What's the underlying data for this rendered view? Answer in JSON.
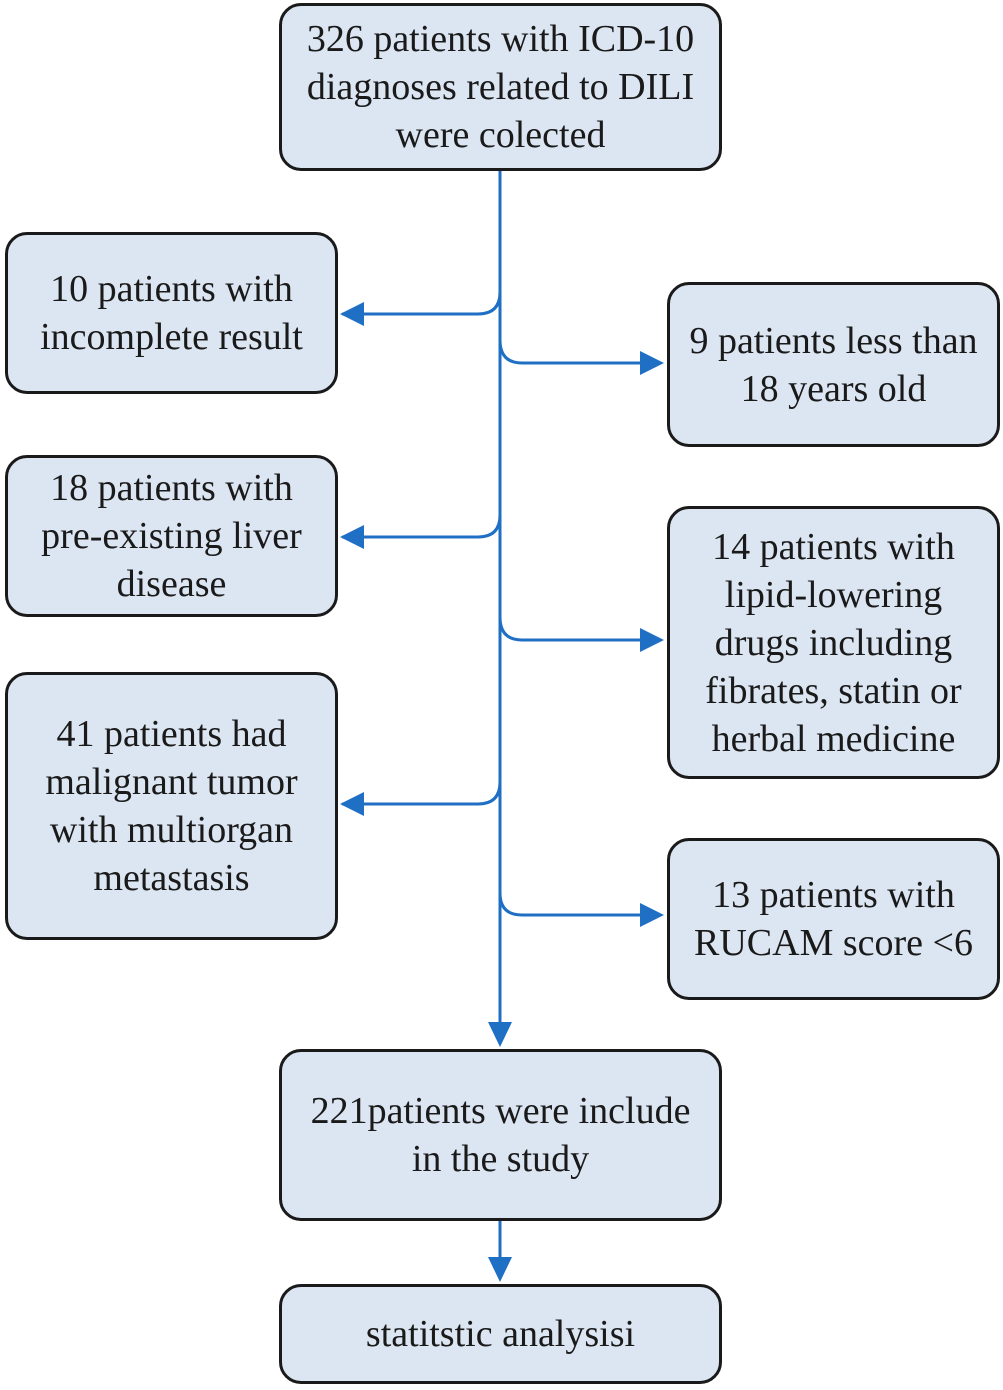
{
  "flowchart": {
    "start": "326 patients with ICD-10\ndiagnoses related to DILI\nwere colected",
    "exclusions_left": [
      "10 patients with\nincomplete result",
      "18 patients with\npre-existing liver\ndisease",
      "41 patients had\nmalignant tumor\nwith multiorgan\nmetastasis"
    ],
    "exclusions_right": [
      "9 patients less than\n18 years old",
      "14 patients with\nlipid-lowering\ndrugs including\nfibrates, statin or\nherbal medicine",
      "13 patients with\nRUCAM score <6"
    ],
    "included": "221patients were include\nin the study",
    "final": "statitstic analysisi"
  },
  "colors": {
    "box_fill": "#dce6f2",
    "box_border": "#1a1a1a",
    "arrow": "#1f6fc5"
  }
}
